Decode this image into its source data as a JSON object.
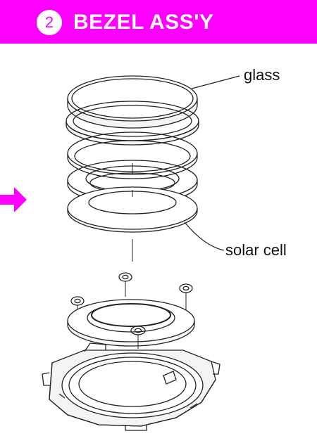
{
  "header": {
    "step_number": "2",
    "title": "BEZEL ASS'Y",
    "accent_color": "#ff00ff"
  },
  "callouts": {
    "glass": "glass",
    "solar_cell": "solar cell"
  },
  "icons": {
    "pointer": "arrow-right-icon"
  }
}
